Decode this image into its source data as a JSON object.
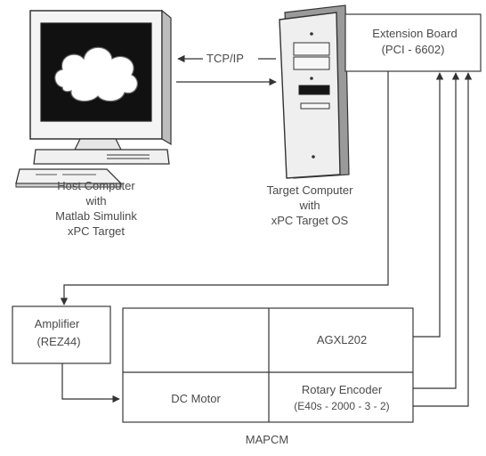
{
  "host": {
    "lines": [
      "Host Computer",
      "with",
      "Matlab Simulink",
      "xPC Target"
    ]
  },
  "tcpip_label": "TCP/IP",
  "target": {
    "lines": [
      "Target Computer",
      "with",
      "xPC Target OS"
    ]
  },
  "extension_board": {
    "lines": [
      "Extension Board",
      "(PCI - 6602)"
    ]
  },
  "amplifier": {
    "lines": [
      "Amplifier",
      "(REZ44)"
    ]
  },
  "mapcm": {
    "label": "MAPCM",
    "cells": {
      "top_left": "",
      "top_right": "AGXL202",
      "bottom_left": "DC Motor",
      "bottom_right_lines": [
        "Rotary Encoder",
        "(E40s - 2000 - 3 - 2)"
      ]
    }
  },
  "colors": {
    "line": "#333333",
    "text": "#4a4a4a",
    "background": "#ffffff"
  }
}
